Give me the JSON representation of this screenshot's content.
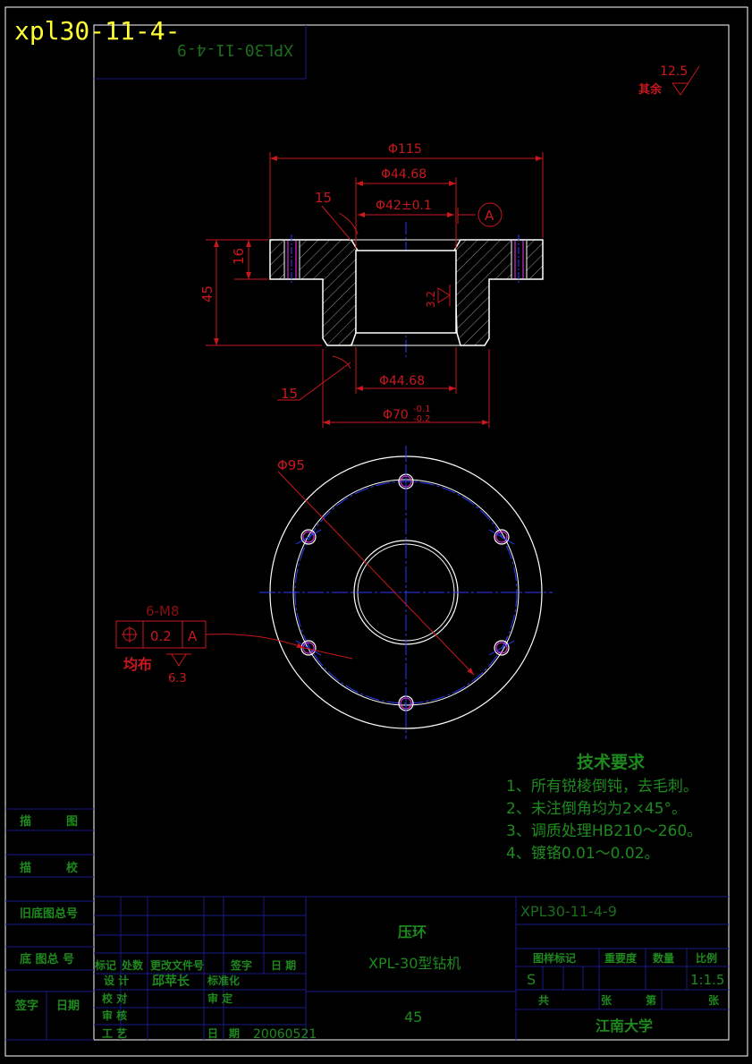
{
  "file_label": "xpl30-11-4-",
  "mirrored_code": "XPL30-11-4-9",
  "surface_finish": {
    "value": "12.5",
    "note": "其余"
  },
  "section_view": {
    "dim_outer_dia": "Φ115",
    "dim_top_bore": "Φ44.68",
    "dim_bore_tol": "Φ42±0.1",
    "dim_bottom_bore": "Φ44.68",
    "dim_spigot_dia": "Φ70",
    "dim_spigot_tol_upper": "-0.1",
    "dim_spigot_tol_lower": "-0.2",
    "dim_height": "45",
    "dim_flange": "16",
    "dim_chamfer_top": "15",
    "dim_chamfer_bottom": "15",
    "datum": "A",
    "bore_roughness": "3.2"
  },
  "plan_view": {
    "dim_pcd": "Φ95",
    "hole_spec": "6-M8",
    "tol_value": "0.2",
    "tol_datum": "A",
    "hole_note": "均布",
    "hole_roughness": "6.3"
  },
  "tech_req": {
    "title": "技术要求",
    "items": [
      "1、所有锐棱倒钝，去毛刺。",
      "2、未注倒角均为2×45°。",
      "3、调质处理HB210～260。",
      "4、镀铬0.01～0.02。"
    ]
  },
  "side_block": {
    "r1": "描　　　图",
    "r2": "描　　　校",
    "r3": "旧底图总号",
    "r4": "底 图总 号",
    "r5a": "签字",
    "r5b": "日期"
  },
  "title_block": {
    "part_name": "压环",
    "product": "XPL-30型钻机",
    "material": "45",
    "code": "XPL30-11-4-9",
    "h_mark": "标记",
    "h_count": "处数",
    "h_doc": "更改文件号",
    "h_sign": "签字",
    "h_date": "日 期",
    "designer_role": "设 计",
    "designer_name": "邱苹长",
    "standard": "标准化",
    "checker": "校 对",
    "review": "审 定",
    "audit": "审 核",
    "process": "工 艺",
    "date_label": "日　期",
    "date_value": "20060521",
    "sample_mark": "图样标记",
    "weight": "重要度",
    "quantity": "数量",
    "scale_label": "比例",
    "sample_value": "S",
    "scale_value": "1:1.5",
    "total": "共",
    "sheet": "张",
    "page_no": "第",
    "page_sheet": "张",
    "company": "江南大学"
  },
  "colors": {
    "background": "#000000",
    "frame": "#ffffff",
    "dimension": "#c8181e",
    "center_line": "#2a3cff",
    "table_line": "#1a1a8c",
    "text_green": "#1e8a1e",
    "text_yellow": "#ffff33",
    "hatch": "#b0b0b0",
    "hole_pink": "#ff30ff"
  }
}
